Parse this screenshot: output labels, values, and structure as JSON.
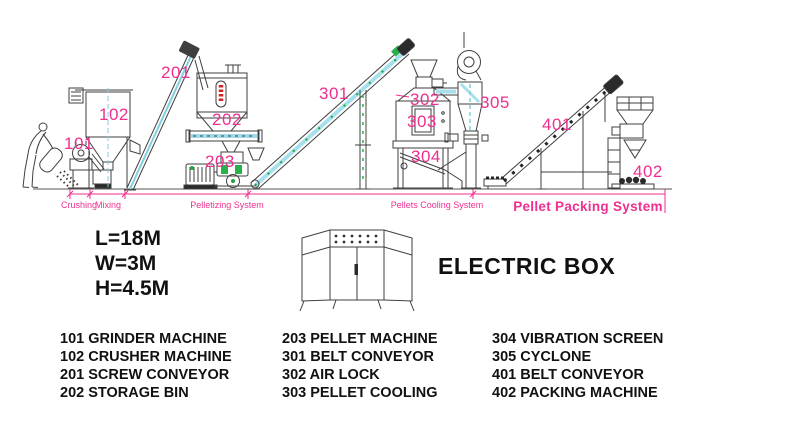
{
  "diagram": {
    "accent_color": "#ef2f8f",
    "equipment_labels": [
      "101",
      "102",
      "201",
      "202",
      "203",
      "301",
      "302",
      "303",
      "304",
      "305",
      "401",
      "402"
    ],
    "section_labels": [
      "Crushing",
      "Mixing",
      "Pelletizing System",
      "Pellets Cooling System",
      "Pellet Packing System"
    ]
  },
  "dimensions": {
    "length": "L=18M",
    "width": "W=3M",
    "height": "H=4.5M"
  },
  "electric_box": {
    "title": "ELECTRIC BOX"
  },
  "legend": {
    "columns": [
      {
        "items": [
          "101 GRINDER MACHINE",
          "102 CRUSHER MACHINE",
          "201 SCREW CONVEYOR",
          "202 STORAGE BIN"
        ]
      },
      {
        "items": [
          "203 PELLET MACHINE",
          "301 BELT CONVEYOR",
          "302 AIR LOCK",
          "303 PELLET COOLING"
        ]
      },
      {
        "items": [
          "304 VIBRATION SCREEN",
          "305 CYCLONE",
          "401 BELT CONVEYOR",
          "402 PACKING MACHINE"
        ]
      }
    ]
  }
}
